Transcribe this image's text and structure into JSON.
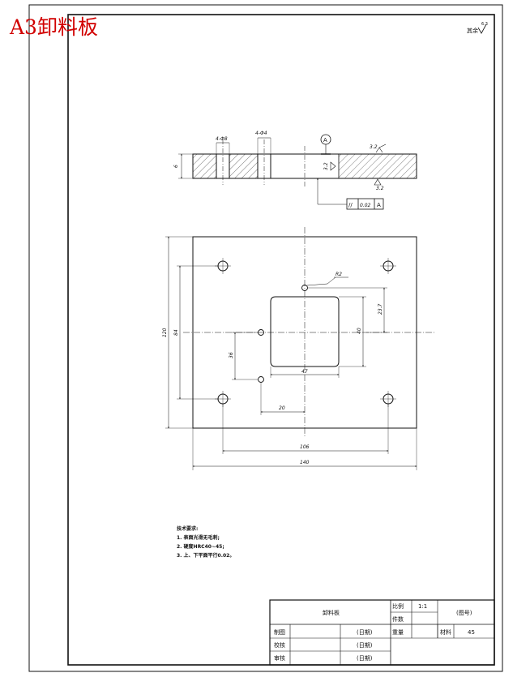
{
  "header": {
    "title": "A3卸料板"
  },
  "surface": {
    "label": "其余",
    "ra": "6.3"
  },
  "front_view": {
    "hole_dim_left": "4-Φ8",
    "hole_dim_right": "4-Φ4",
    "thickness": "6",
    "datum": "A",
    "roughness_top": "3.2",
    "roughness_bottom": "3.2",
    "roughness_side": "3.2",
    "tolerance": {
      "symbol": "//",
      "value": "0.02",
      "datum": "A"
    }
  },
  "plan_view": {
    "height_outer": "120",
    "height_inner": "84",
    "width_inner": "106",
    "width_outer": "140",
    "pilot_spacing": "36",
    "pilot_offset": "20",
    "window_width": "47",
    "window_height": "40",
    "window_top_offset": "23.7",
    "corner_radius": "R2"
  },
  "notes": {
    "title": "技术要求:",
    "items": [
      "1. 表面光滑无毛刺;",
      "2. 硬度HRC40~45;",
      "3. 上、下平面平行0.02。"
    ]
  },
  "title_block": {
    "part_name": "卸料板",
    "scale_label": "比例",
    "scale_value": "1:1",
    "qty_label": "件数",
    "drawing_no": "(图号)",
    "weight_label": "重量",
    "material_label": "材料",
    "material_value": "45",
    "rows": [
      {
        "role": "制图",
        "sig": "(日期)"
      },
      {
        "role": "校核",
        "sig": "(日期)"
      },
      {
        "role": "审核",
        "sig": "(日期)"
      }
    ]
  }
}
